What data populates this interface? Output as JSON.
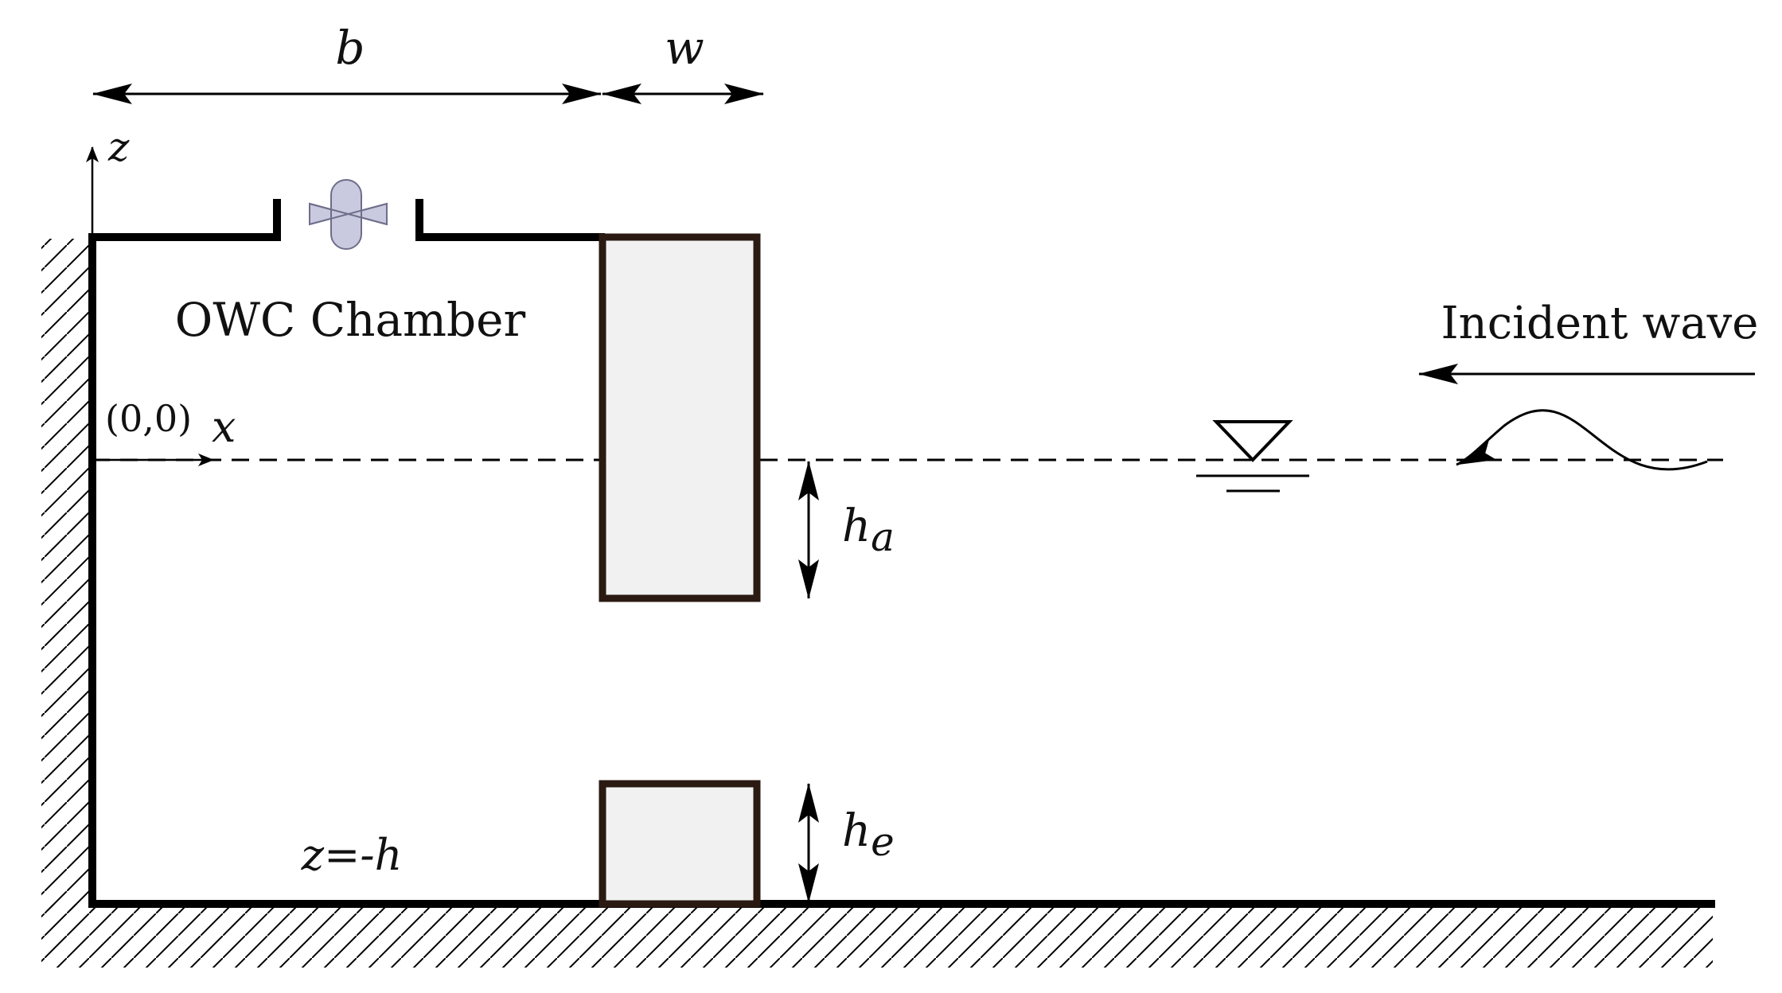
{
  "labels": {
    "b": "b",
    "w": "w",
    "z_axis": "z",
    "x_axis": "x",
    "origin": "(0,0)",
    "chamber": "OWC Chamber",
    "incident_wave": "Incident wave",
    "h_a_main": "h",
    "h_a_sub": "a",
    "h_e_main": "h",
    "h_e_sub": "e",
    "bottom": "z=-h"
  },
  "colors": {
    "line": "#000000",
    "structure_stroke": "#2a1a12",
    "structure_fill": "#f1f1f1",
    "turbine_fill": "#c9c9df",
    "turbine_stroke": "#6e6e8a"
  }
}
